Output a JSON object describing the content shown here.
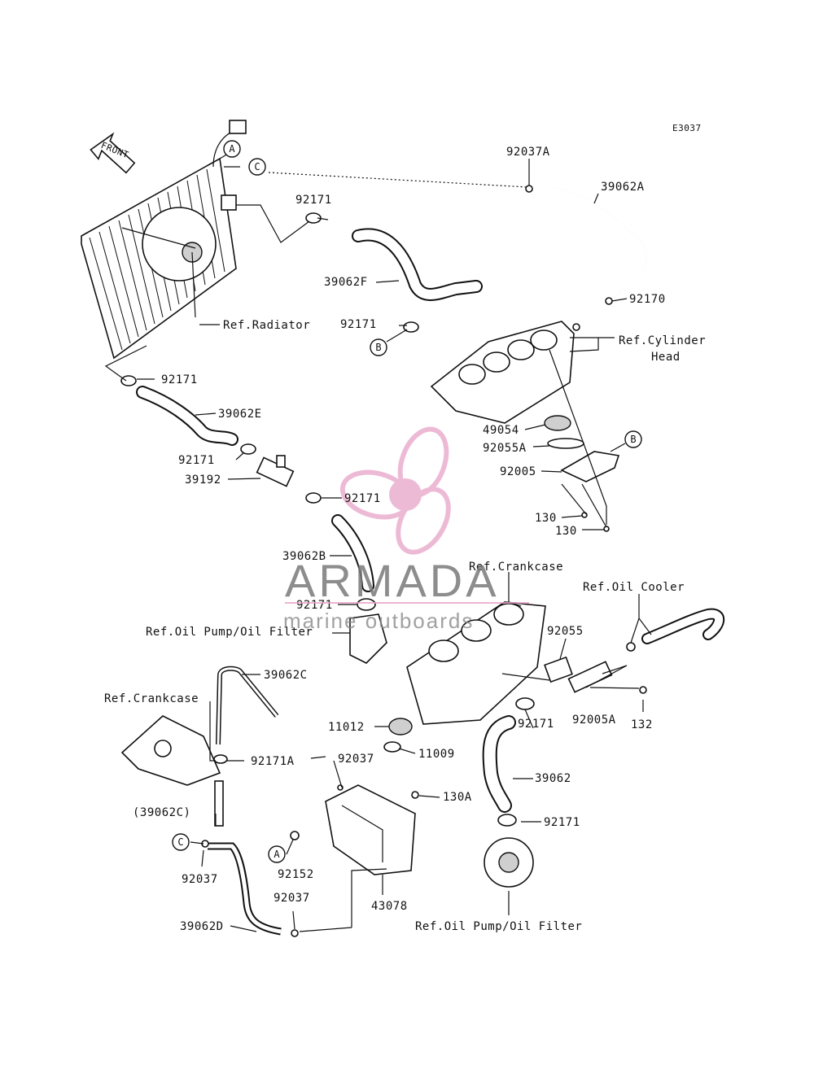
{
  "diagram_code": "E3037",
  "front_arrow": "FRONT",
  "callouts": {
    "a": "A",
    "b": "B",
    "c": "C"
  },
  "parts": {
    "p92037A": "92037A",
    "p39062A": "39062A",
    "p92171_top": "92171",
    "p39062F": "39062F",
    "p92170": "92170",
    "p92171_b": "92171",
    "ref_radiator": "Ref.Radiator",
    "ref_cyl_head_1": "Ref.Cylinder",
    "ref_cyl_head_2": "Head",
    "p92171_left": "92171",
    "p39062E": "39062E",
    "p49054": "49054",
    "p92055A": "92055A",
    "p92005": "92005",
    "p92171_mid": "92171",
    "p39192": "39192",
    "p92171_center": "92171",
    "p130_1": "130",
    "p130_2": "130",
    "p39062B": "39062B",
    "ref_crankcase_top": "Ref.Crankcase",
    "ref_oil_cooler": "Ref.Oil Cooler",
    "p92171_pump": "92171",
    "ref_oil_pump_1": "Ref.Oil Pump/Oil Filter",
    "p92055": "92055",
    "p39062C": "39062C",
    "ref_crankcase_left": "Ref.Crankcase",
    "p11012": "11012",
    "p92171_right": "92171",
    "p92005A": "92005A",
    "p132": "132",
    "p92171A": "92171A",
    "p92037": "92037",
    "p11009": "11009",
    "p39062": "39062",
    "p39062C_paren": "(39062C)",
    "p130A": "130A",
    "p92171_low": "92171",
    "p92037_c": "92037",
    "p92152": "92152",
    "p92037_low": "92037",
    "p43078": "43078",
    "p39062D": "39062D",
    "ref_oil_pump_2": "Ref.Oil Pump/Oil Filter"
  },
  "watermark": {
    "brand": "ARMADA",
    "tagline": "marine outboards",
    "logo_color": "#e8a3c7",
    "text_color": "#7a7a7a"
  }
}
